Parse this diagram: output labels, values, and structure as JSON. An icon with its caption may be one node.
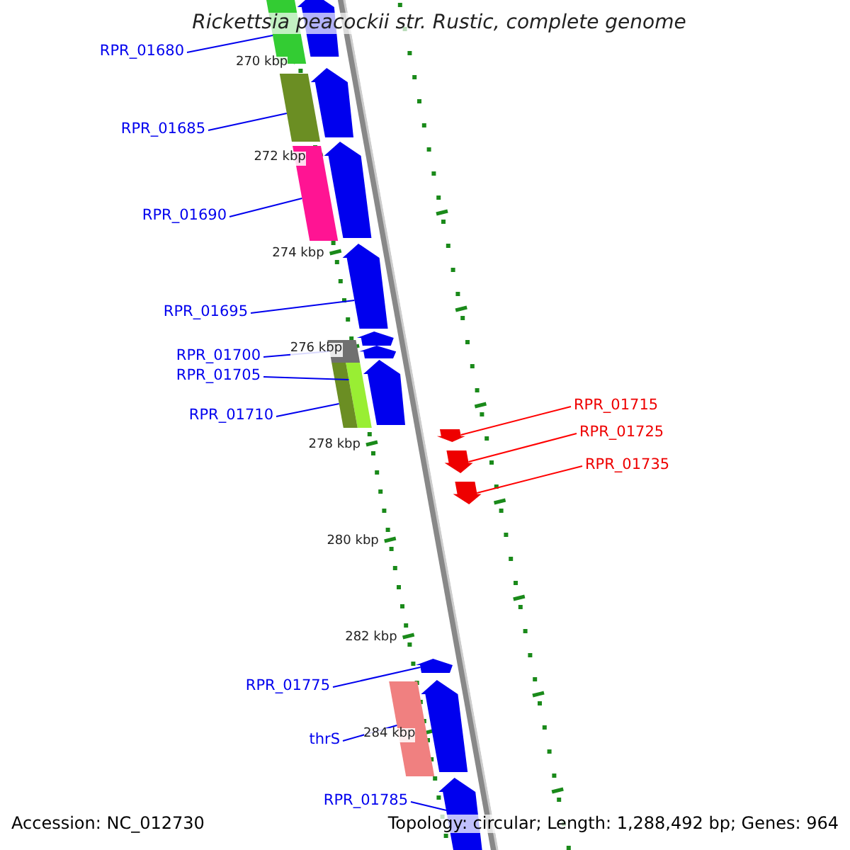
{
  "diagram": {
    "title": "Rickettsia peacockii str. Rustic, complete genome",
    "nodes": [
      {
        "text": [
          "RPR_01680"
        ]
      },
      {
        "text": [
          "RPR_01685"
        ]
      },
      {
        "text": [
          "RPR_01690"
        ]
      },
      {
        "text": [
          "RPR_01695"
        ]
      },
      {
        "text": [
          "RPR_01700"
        ]
      },
      {
        "text": [
          "RPR_01705"
        ]
      },
      {
        "text": [
          "RPR_01710"
        ]
      },
      {
        "text": [
          "RPR_01715"
        ]
      },
      {
        "text": [
          "RPR_01725"
        ]
      },
      {
        "text": [
          "RPR_01735"
        ]
      },
      {
        "text": [
          "RPR_01775"
        ]
      },
      {
        "text": [
          "thrS"
        ]
      },
      {
        "text": [
          "RPR_01785"
        ]
      },
      {
        "text": [],
        "shape": "bar"
      },
      {
        "text": [],
        "shape": "bar"
      },
      {
        "text": [],
        "shape": "bar"
      },
      {
        "text": [],
        "shape": "arrow"
      },
      {
        "text": [],
        "shape": "bar"
      },
      {
        "text": [],
        "shape": "bar"
      },
      {
        "text": [],
        "shape": "bar"
      },
      {
        "text": [],
        "shape": "arrow"
      },
      {
        "text": [],
        "shape": "arrow"
      },
      {
        "text": [],
        "shape": "arrow"
      },
      {
        "text": [],
        "shape": "arrow"
      },
      {
        "text": [],
        "shape": "bar"
      },
      {
        "text": [],
        "shape": "arrow"
      },
      {
        "text": [],
        "shape": "arrow"
      },
      {
        "text": [],
        "shape": "arrow"
      },
      {
        "text": [],
        "shape": "arrow"
      },
      {
        "text": [],
        "shape": "arrow"
      },
      {
        "text": [],
        "shape": "arrow"
      },
      {
        "text": [],
        "shape": "arrow"
      },
      {
        "text": [],
        "shape": "arrow"
      }
    ],
    "edges": [
      {
        "from": 0,
        "to": 13,
        "arrow": "none"
      },
      {
        "from": 1,
        "to": 14,
        "arrow": "none"
      },
      {
        "from": 2,
        "to": 15,
        "arrow": "none"
      },
      {
        "from": 3,
        "to": 16,
        "arrow": "none"
      },
      {
        "from": 4,
        "to": 17,
        "arrow": "none"
      },
      {
        "from": 5,
        "to": 18,
        "arrow": "none"
      },
      {
        "from": 6,
        "to": 19,
        "arrow": "none"
      },
      {
        "from": 7,
        "to": 20,
        "arrow": "none",
        "color": "#ff0000"
      },
      {
        "from": 8,
        "to": 21,
        "arrow": "none",
        "color": "#ff0000"
      },
      {
        "from": 9,
        "to": 22,
        "arrow": "none",
        "color": "#ff0000"
      },
      {
        "from": 10,
        "to": 23,
        "arrow": "none"
      },
      {
        "from": 11,
        "to": 24,
        "arrow": "none"
      },
      {
        "from": 12,
        "to": 25,
        "arrow": "none"
      }
    ],
    "labels": [
      "270 kbp",
      "272 kbp",
      "274 kbp",
      "276 kbp",
      "278 kbp",
      "280 kbp",
      "282 kbp",
      "284 kbp",
      "Accession: NC_012730",
      "Topology: circular; Length: 1,288,492 bp; Genes: 964"
    ]
  }
}
